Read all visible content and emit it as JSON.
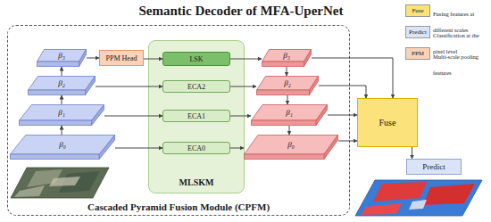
{
  "diagram": {
    "title": "Semantic Decoder of MFA-UperNet",
    "nodes": [
      {
        "text": [
          "Cascaded Pyramid Fusion Module (CPFM)"
        ]
      },
      {
        "text": [
          "β₃"
        ],
        "in": 0
      },
      {
        "text": [
          "β₂"
        ],
        "in": 0
      },
      {
        "text": [
          "β₁"
        ],
        "in": 0
      },
      {
        "text": [
          "β₀"
        ],
        "in": 0
      },
      {
        "text": [
          "PPM Head"
        ],
        "in": 0
      },
      {
        "text": [
          "MLSKM"
        ],
        "in": 0
      },
      {
        "text": [
          "LSK"
        ],
        "in": 6
      },
      {
        "text": [
          "ECA2"
        ],
        "in": 6
      },
      {
        "text": [
          "ECA1"
        ],
        "in": 6
      },
      {
        "text": [
          "ECA0"
        ],
        "in": 6
      },
      {
        "text": [
          "β₃"
        ],
        "in": 0
      },
      {
        "text": [
          "β₂"
        ],
        "in": 0
      },
      {
        "text": [
          "β₁"
        ],
        "in": 0
      },
      {
        "text": [
          "β₀"
        ],
        "in": 0
      },
      {
        "text": [
          "Fuse"
        ]
      },
      {
        "text": [
          "Predict"
        ]
      }
    ],
    "edges": [
      {
        "from": 4,
        "to": 3,
        "arrow": "to"
      },
      {
        "from": 3,
        "to": 2,
        "arrow": "to"
      },
      {
        "from": 2,
        "to": 1,
        "arrow": "to"
      },
      {
        "from": 1,
        "to": 5,
        "arrow": "to"
      },
      {
        "from": 5,
        "to": 7,
        "arrow": "to"
      },
      {
        "from": 7,
        "to": 11,
        "arrow": "to"
      },
      {
        "from": 2,
        "to": 8,
        "arrow": "to"
      },
      {
        "from": 8,
        "to": 12,
        "arrow": "to"
      },
      {
        "from": 3,
        "to": 9,
        "arrow": "to"
      },
      {
        "from": 9,
        "to": 13,
        "arrow": "to"
      },
      {
        "from": 4,
        "to": 10,
        "arrow": "to"
      },
      {
        "from": 10,
        "to": 14,
        "arrow": "to"
      },
      {
        "from": 11,
        "to": 12,
        "arrow": "to"
      },
      {
        "from": 12,
        "to": 13,
        "arrow": "to"
      },
      {
        "from": 13,
        "to": 14,
        "arrow": "to"
      },
      {
        "from": 11,
        "to": 15,
        "arrow": "to"
      },
      {
        "from": 12,
        "to": 15,
        "arrow": "to"
      },
      {
        "from": 13,
        "to": 15,
        "arrow": "to"
      },
      {
        "from": 14,
        "to": 15,
        "arrow": "to"
      },
      {
        "from": 15,
        "to": 16,
        "arrow": "to"
      }
    ],
    "labels": [
      "Fuse",
      "Predict",
      "PPM"
    ],
    "legend": [
      {
        "text": "Fusing features at different scales",
        "color": "#fbe27a"
      },
      {
        "text": "Classification at the pixel level",
        "color": "#dbe4f7"
      },
      {
        "text": "Multi-scale pooling features",
        "color": "#f8d3b8"
      }
    ]
  }
}
